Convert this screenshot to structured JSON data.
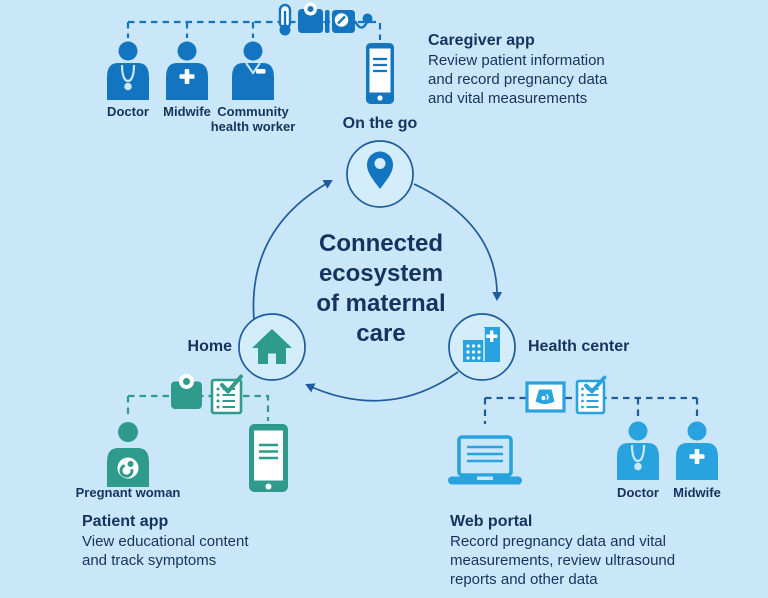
{
  "colors": {
    "background": "#C9E7F8",
    "primary_blue": "#1375C0",
    "light_blue": "#29A3DF",
    "teal": "#2E9B8C",
    "navy": "#16335F",
    "outline_blue": "#1F5C9D",
    "circle_fill": "#D3EDFB",
    "white": "#FFFFFF"
  },
  "center_title": {
    "line1": "Connected",
    "line2": "ecosystem",
    "line3": "of maternal",
    "line4": "care"
  },
  "nodes": {
    "on_the_go": "On the go",
    "home": "Home",
    "health_center": "Health center"
  },
  "caregivers": {
    "doctor": "Doctor",
    "midwife": "Midwife",
    "community_line1": "Community",
    "community_line2": "health worker"
  },
  "caregiver_app": {
    "heading": "Caregiver app",
    "line1": "Review patient information",
    "line2": "and record pregnancy data",
    "line3": "and vital measurements"
  },
  "patient": {
    "label": "Pregnant woman"
  },
  "patient_app": {
    "heading": "Patient app",
    "line1": "View educational content",
    "line2": "and track symptoms"
  },
  "health_staff": {
    "doctor": "Doctor",
    "midwife": "Midwife"
  },
  "web_portal": {
    "heading": "Web portal",
    "line1": "Record pregnancy data and vital",
    "line2": "measurements, review ultrasound",
    "line3": "reports and other data"
  },
  "icons": {
    "doctor": "person with stethoscope",
    "midwife": "person with medical cross",
    "community_health_worker": "person with badge",
    "thermometer": "thermometer",
    "weight_scale": "weight scale",
    "blood_pressure_monitor": "blood pressure monitor with bulb",
    "smartphone": "smartphone with app lines",
    "location_pin": "map location pin",
    "home": "house",
    "health_center": "hospital building with cross",
    "pregnant_woman": "pregnant woman with fetus in belly",
    "checklist": "checklist document with checkmark",
    "ultrasound": "ultrasound scan image",
    "laptop": "laptop computer"
  }
}
